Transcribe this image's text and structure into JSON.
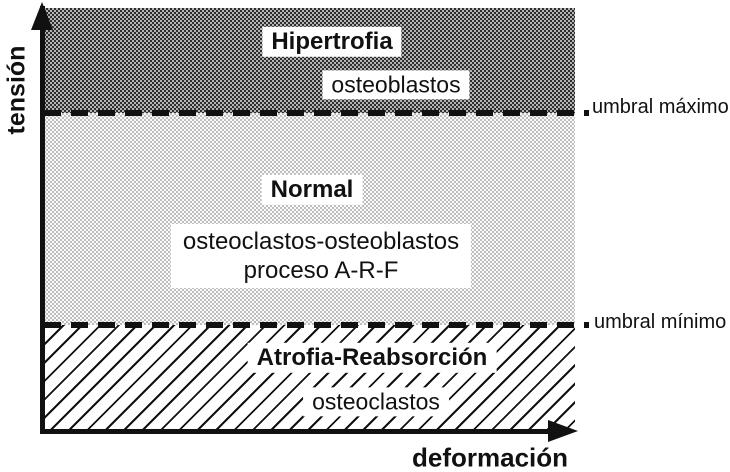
{
  "diagram": {
    "axes": {
      "y_label": "tensión",
      "x_label": "deformación"
    },
    "zones": {
      "hipertrofia": {
        "title": "Hipertrofia",
        "cells": "osteoblastos",
        "pattern": "dark-halftone"
      },
      "normal": {
        "title": "Normal",
        "detail_line1": "osteoclastos-osteoblastos",
        "detail_line2": "proceso A-R-F",
        "pattern": "light-halftone"
      },
      "atrofia": {
        "title": "Atrofia-Reabsorción",
        "cells": "osteoclastos",
        "pattern": "diagonal-hatch"
      }
    },
    "thresholds": {
      "max_label": "umbral máximo",
      "min_label": "umbral mínimo"
    },
    "colors": {
      "ink": "#111111",
      "dark_halftone_avg": "#787878",
      "light_halftone_avg": "#e0e0e0",
      "background": "#ffffff"
    }
  }
}
